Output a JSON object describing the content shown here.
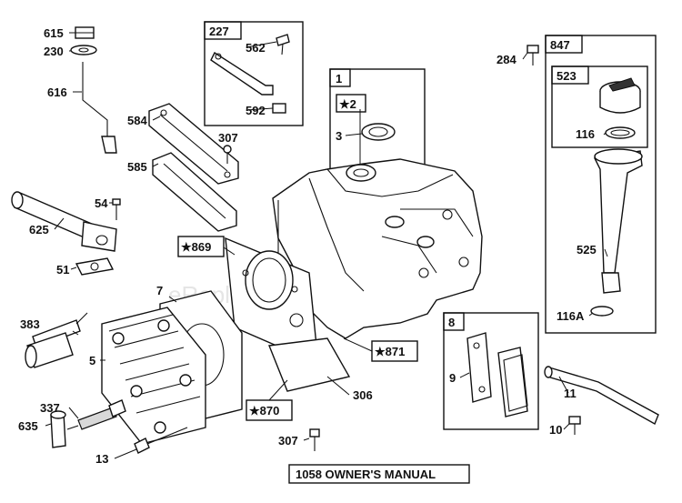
{
  "watermark": "eReplacementParts.com",
  "footer": {
    "manual_label": "1058 OWNER'S MANUAL"
  },
  "labels": {
    "p615": "615",
    "p230": "230",
    "p616": "616",
    "p625": "625",
    "p54": "54",
    "p51": "51",
    "p584": "584",
    "p585": "585",
    "p307a": "307",
    "p227": "227",
    "p562": "562",
    "p592": "592",
    "p1": "1",
    "p2": "★2",
    "p3": "3",
    "p284": "284",
    "p847": "847",
    "p523": "523",
    "p116": "116",
    "p116a": "116A",
    "p525": "525",
    "p869": "★869",
    "p7": "7",
    "p383": "383",
    "p5": "5",
    "p337": "337",
    "p635": "635",
    "p13": "13",
    "p307b": "307",
    "p870": "★870",
    "p306": "306",
    "p871": "★871",
    "p8": "8",
    "p9": "9",
    "p11": "11",
    "p10": "10"
  }
}
